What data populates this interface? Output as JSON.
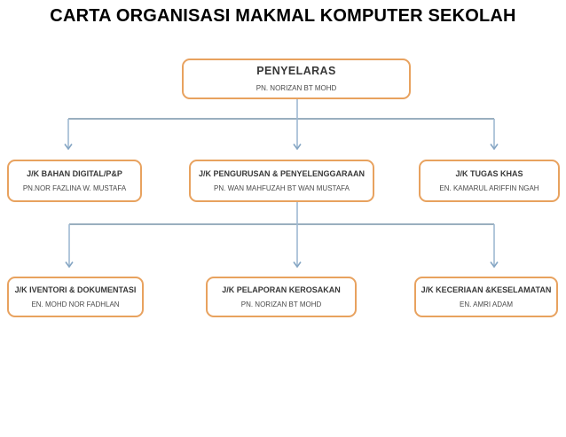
{
  "title": "CARTA ORGANISASI MAKMAL KOMPUTER SEKOLAH",
  "colors": {
    "box_border": "#e8a25f",
    "box_background": "#ffffff",
    "connector_horizontal": "#5d7f99",
    "connector_vertical": "#9fb9d2",
    "arrowhead": "#84a5c3",
    "title_text": "#000000",
    "role_text": "#383838",
    "person_text": "#4a4a4a"
  },
  "org": {
    "root": {
      "role": "PENYELARAS",
      "name": "PN. NORIZAN BT MOHD"
    },
    "level2": [
      {
        "role": "J/K BAHAN DIGITAL/P&P",
        "name": "PN.NOR FAZLINA W. MUSTAFA"
      },
      {
        "role": "J/K PENGURUSAN & PENYELENGGARAAN",
        "name": "PN. WAN MAHFUZAH BT WAN MUSTAFA"
      },
      {
        "role": "J/K TUGAS KHAS",
        "name": "EN. KAMARUL ARIFFIN NGAH"
      }
    ],
    "level3": [
      {
        "role": "J/K IVENTORI & DOKUMENTASI",
        "name": "EN. MOHD NOR FADHLAN"
      },
      {
        "role": "J/K PELAPORAN KEROSAKAN",
        "name": "PN. NORIZAN BT MOHD"
      },
      {
        "role": "J/K KECERIAAN &KESELAMATAN",
        "name": "EN. AMRI ADAM"
      }
    ]
  }
}
